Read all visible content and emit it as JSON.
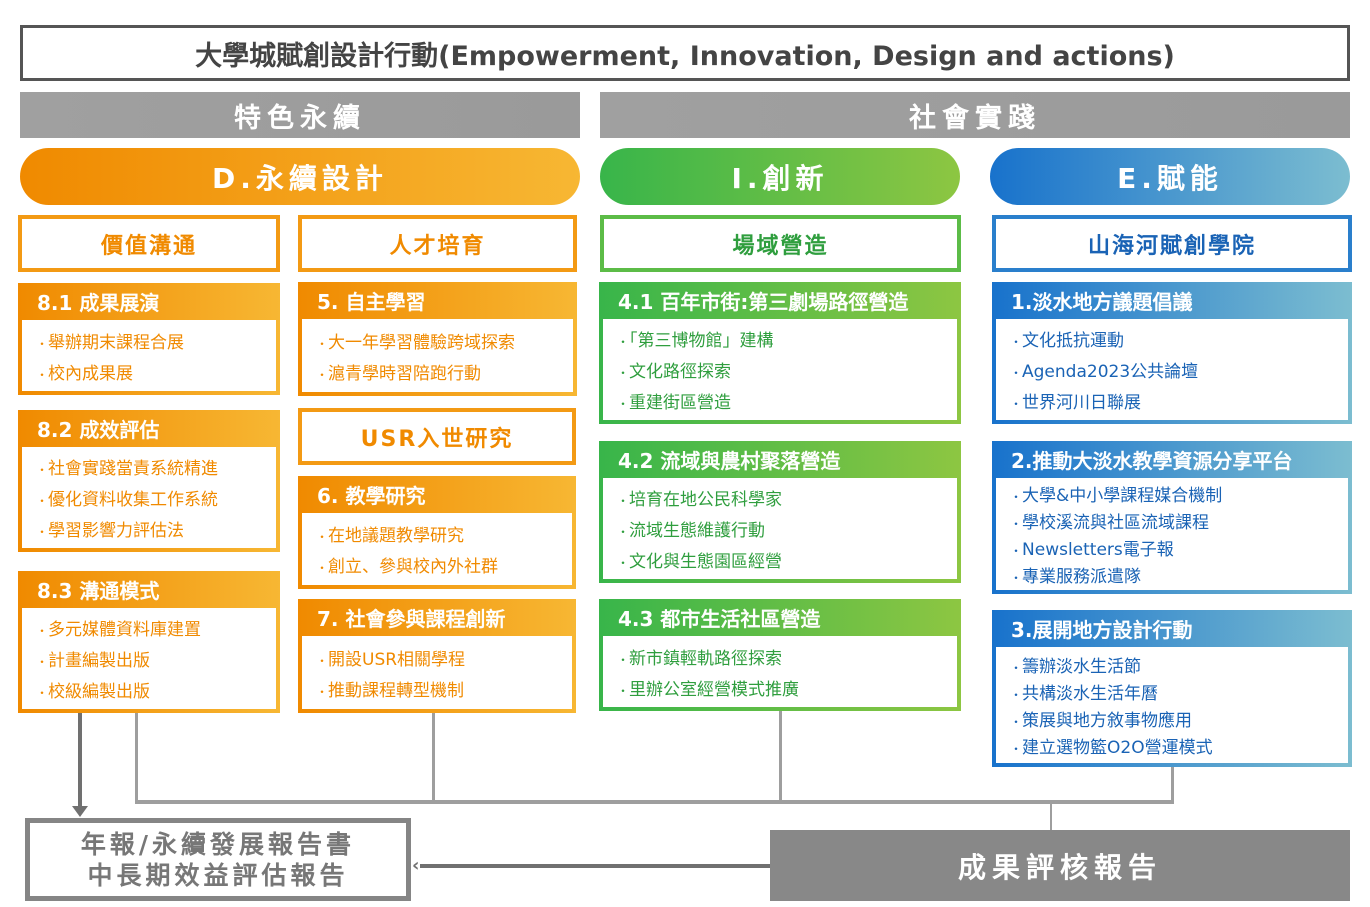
{
  "title": "大學城賦創設計行動(Empowerment, Innovation, Design and actions)",
  "banners": {
    "left": "特色永續",
    "right": "社會實踐"
  },
  "pills": {
    "d": "D.永續設計",
    "i": "I.創新",
    "e": "E.賦能"
  },
  "subs": {
    "value": "價值溝通",
    "talent": "人才培育",
    "field": "場域營造",
    "academy": "山海河賦創學院",
    "usr": "USR入世研究"
  },
  "colors": {
    "orange": "#f08a00",
    "green": "#3cb54a",
    "blue": "#1a75cc",
    "gray": "#888888"
  },
  "boxes": [
    {
      "id": "8-1",
      "title": "8.1 成果展演",
      "items": [
        "舉辦期末課程合展",
        "校內成果展"
      ]
    },
    {
      "id": "8-2",
      "title": "8.2 成效評估",
      "items": [
        "社會實踐當責系統精進",
        "優化資料收集工作系統",
        "學習影響力評估法"
      ]
    },
    {
      "id": "8-3",
      "title": "8.3 溝通模式",
      "items": [
        "多元媒體資料庫建置",
        "計畫編製出版",
        "校級編製出版"
      ]
    },
    {
      "id": "5",
      "title": "5. 自主學習",
      "items": [
        "大一年學習體驗跨域探索",
        "滬青學時習陪跑行動"
      ]
    },
    {
      "id": "6",
      "title": "6. 教學研究",
      "items": [
        "在地議題教學研究",
        "創立、參與校內外社群"
      ]
    },
    {
      "id": "7",
      "title": "7. 社會參與課程創新",
      "items": [
        "開設USR相關學程",
        "推動課程轉型機制"
      ]
    },
    {
      "id": "4-1",
      "title": "4.1 百年市街:第三劇場路徑營造",
      "items": [
        "「第三博物館」建構",
        "文化路徑探索",
        "重建街區營造"
      ]
    },
    {
      "id": "4-2",
      "title": "4.2 流域與農村聚落營造",
      "items": [
        "培育在地公民科學家",
        "流域生態維護行動",
        "文化與生態園區經營"
      ]
    },
    {
      "id": "4-3",
      "title": "4.3 都市生活社區營造",
      "items": [
        "新市鎮輕軌路徑探索",
        "里辦公室經營模式推廣"
      ]
    },
    {
      "id": "e1",
      "title": "1.淡水地方議題倡議",
      "items": [
        "文化抵抗運動",
        "Agenda2023公共論壇",
        "世界河川日聯展"
      ]
    },
    {
      "id": "e2",
      "title": "2.推動大淡水教學資源分享平台",
      "items": [
        "大學&中小學課程媒合機制",
        "學校溪流與社區流域課程",
        "Newsletters電子報",
        "專業服務派遣隊"
      ]
    },
    {
      "id": "e3",
      "title": "3.展開地方設計行動",
      "items": [
        "籌辦淡水生活節",
        "共構淡水生活年曆",
        "策展與地方敘事物應用",
        "建立選物籃O2O營運模式"
      ]
    }
  ],
  "reports": {
    "annual_line1": "年報/永續發展報告書",
    "annual_line2": "中長期效益評估報告",
    "assessment": "成果評核報告"
  }
}
